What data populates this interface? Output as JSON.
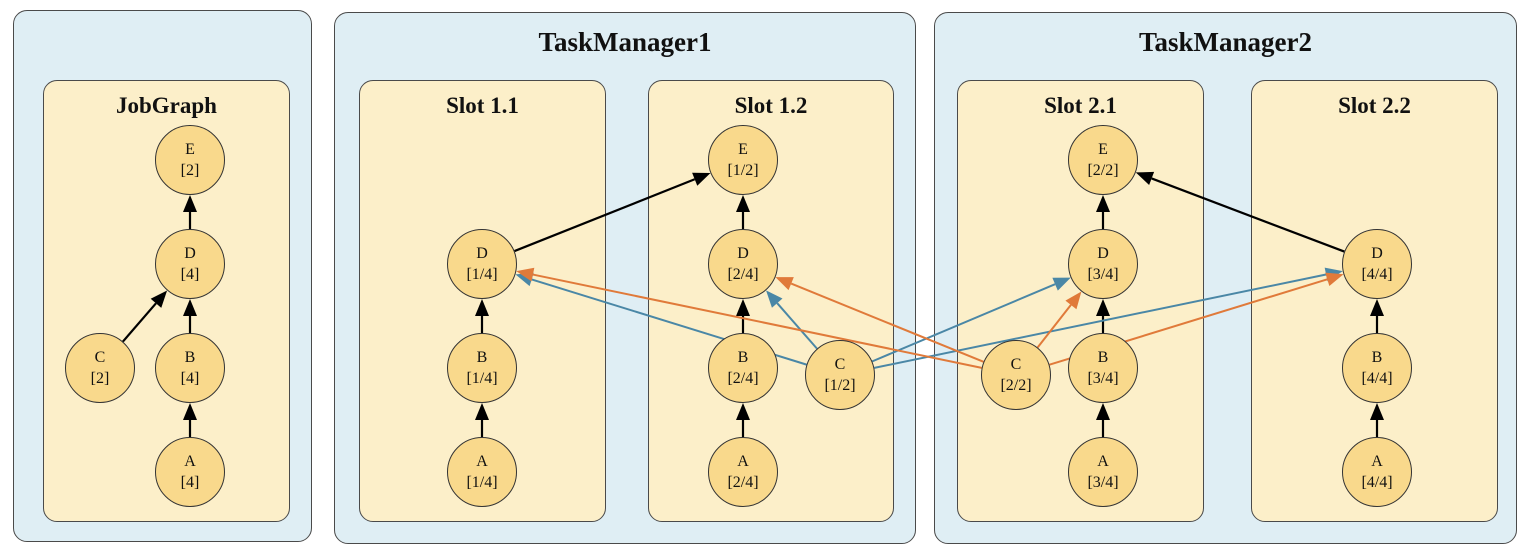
{
  "colors": {
    "black": "#000000",
    "blue": "#4a87a6",
    "orange": "#e07a3a"
  },
  "panels": {
    "jobgraph": {
      "title": "JobGraph"
    },
    "tm1": {
      "title": "TaskManager1"
    },
    "tm2": {
      "title": "TaskManager2"
    },
    "slot11": {
      "title": "Slot 1.1"
    },
    "slot12": {
      "title": "Slot 1.2"
    },
    "slot21": {
      "title": "Slot 2.1"
    },
    "slot22": {
      "title": "Slot 2.2"
    }
  },
  "nodes": {
    "jg_e": {
      "name": "E",
      "par": "[2]"
    },
    "jg_d": {
      "name": "D",
      "par": "[4]"
    },
    "jg_c": {
      "name": "C",
      "par": "[2]"
    },
    "jg_b": {
      "name": "B",
      "par": "[4]"
    },
    "jg_a": {
      "name": "A",
      "par": "[4]"
    },
    "s11_d": {
      "name": "D",
      "par": "[1/4]"
    },
    "s11_b": {
      "name": "B",
      "par": "[1/4]"
    },
    "s11_a": {
      "name": "A",
      "par": "[1/4]"
    },
    "s12_e": {
      "name": "E",
      "par": "[1/2]"
    },
    "s12_d": {
      "name": "D",
      "par": "[2/4]"
    },
    "s12_b": {
      "name": "B",
      "par": "[2/4]"
    },
    "s12_c": {
      "name": "C",
      "par": "[1/2]"
    },
    "s12_a": {
      "name": "A",
      "par": "[2/4]"
    },
    "s21_e": {
      "name": "E",
      "par": "[2/2]"
    },
    "s21_d": {
      "name": "D",
      "par": "[3/4]"
    },
    "s21_c": {
      "name": "C",
      "par": "[2/2]"
    },
    "s21_b": {
      "name": "B",
      "par": "[3/4]"
    },
    "s21_a": {
      "name": "A",
      "par": "[3/4]"
    },
    "s22_d": {
      "name": "D",
      "par": "[4/4]"
    },
    "s22_b": {
      "name": "B",
      "par": "[4/4]"
    },
    "s22_a": {
      "name": "A",
      "par": "[4/4]"
    }
  },
  "edges": [
    {
      "from": "jg_a",
      "to": "jg_b",
      "color": "black"
    },
    {
      "from": "jg_b",
      "to": "jg_d",
      "color": "black"
    },
    {
      "from": "jg_c",
      "to": "jg_d",
      "color": "black"
    },
    {
      "from": "jg_d",
      "to": "jg_e",
      "color": "black"
    },
    {
      "from": "s11_a",
      "to": "s11_b",
      "color": "black"
    },
    {
      "from": "s11_b",
      "to": "s11_d",
      "color": "black"
    },
    {
      "from": "s11_d",
      "to": "s12_e",
      "color": "black"
    },
    {
      "from": "s12_a",
      "to": "s12_b",
      "color": "black"
    },
    {
      "from": "s12_b",
      "to": "s12_d",
      "color": "black"
    },
    {
      "from": "s12_d",
      "to": "s12_e",
      "color": "black"
    },
    {
      "from": "s21_a",
      "to": "s21_b",
      "color": "black"
    },
    {
      "from": "s21_b",
      "to": "s21_d",
      "color": "black"
    },
    {
      "from": "s21_d",
      "to": "s21_e",
      "color": "black"
    },
    {
      "from": "s22_a",
      "to": "s22_b",
      "color": "black"
    },
    {
      "from": "s22_b",
      "to": "s22_d",
      "color": "black"
    },
    {
      "from": "s22_d",
      "to": "s21_e",
      "color": "black"
    },
    {
      "from": "s12_c",
      "to": "s11_d",
      "color": "blue"
    },
    {
      "from": "s12_c",
      "to": "s12_d",
      "color": "blue"
    },
    {
      "from": "s12_c",
      "to": "s21_d",
      "color": "blue"
    },
    {
      "from": "s12_c",
      "to": "s22_d",
      "color": "blue"
    },
    {
      "from": "s21_c",
      "to": "s11_d",
      "color": "orange"
    },
    {
      "from": "s21_c",
      "to": "s12_d",
      "color": "orange"
    },
    {
      "from": "s21_c",
      "to": "s21_d",
      "color": "orange"
    },
    {
      "from": "s21_c",
      "to": "s22_d",
      "color": "orange"
    }
  ]
}
